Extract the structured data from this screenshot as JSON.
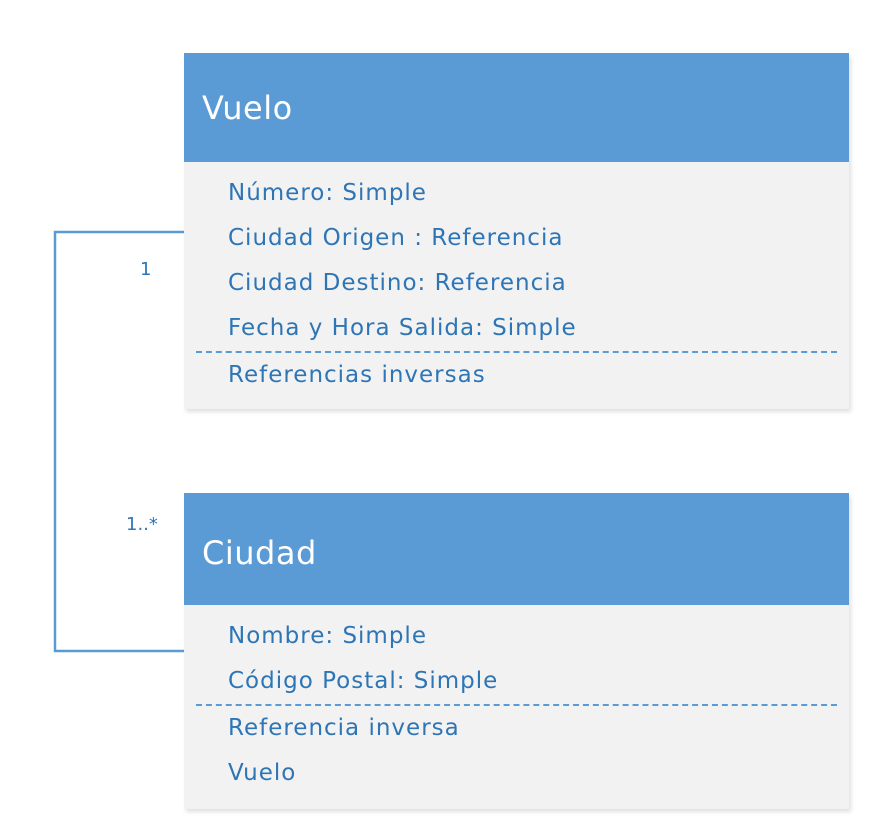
{
  "diagram": {
    "entities": [
      {
        "id": "vuelo",
        "title": "Vuelo",
        "attributes": [
          "Número: Simple",
          "Ciudad Origen : Referencia",
          "Ciudad Destino: Referencia",
          "Fecha y Hora Salida: Simple"
        ],
        "inverse": [
          "Referencias inversas"
        ]
      },
      {
        "id": "ciudad",
        "title": "Ciudad",
        "attributes": [
          "Nombre: Simple",
          "Código Postal: Simple"
        ],
        "inverse": [
          "Referencia inversa",
          "Vuelo"
        ]
      }
    ],
    "relationship": {
      "from": "vuelo",
      "to": "ciudad",
      "from_multiplicity": "1",
      "to_multiplicity": "1..*"
    },
    "colors": {
      "header": "#5b9bd5",
      "body": "#f2f2f2",
      "text": "#2e75b6",
      "line": "#5b9bd5"
    }
  }
}
